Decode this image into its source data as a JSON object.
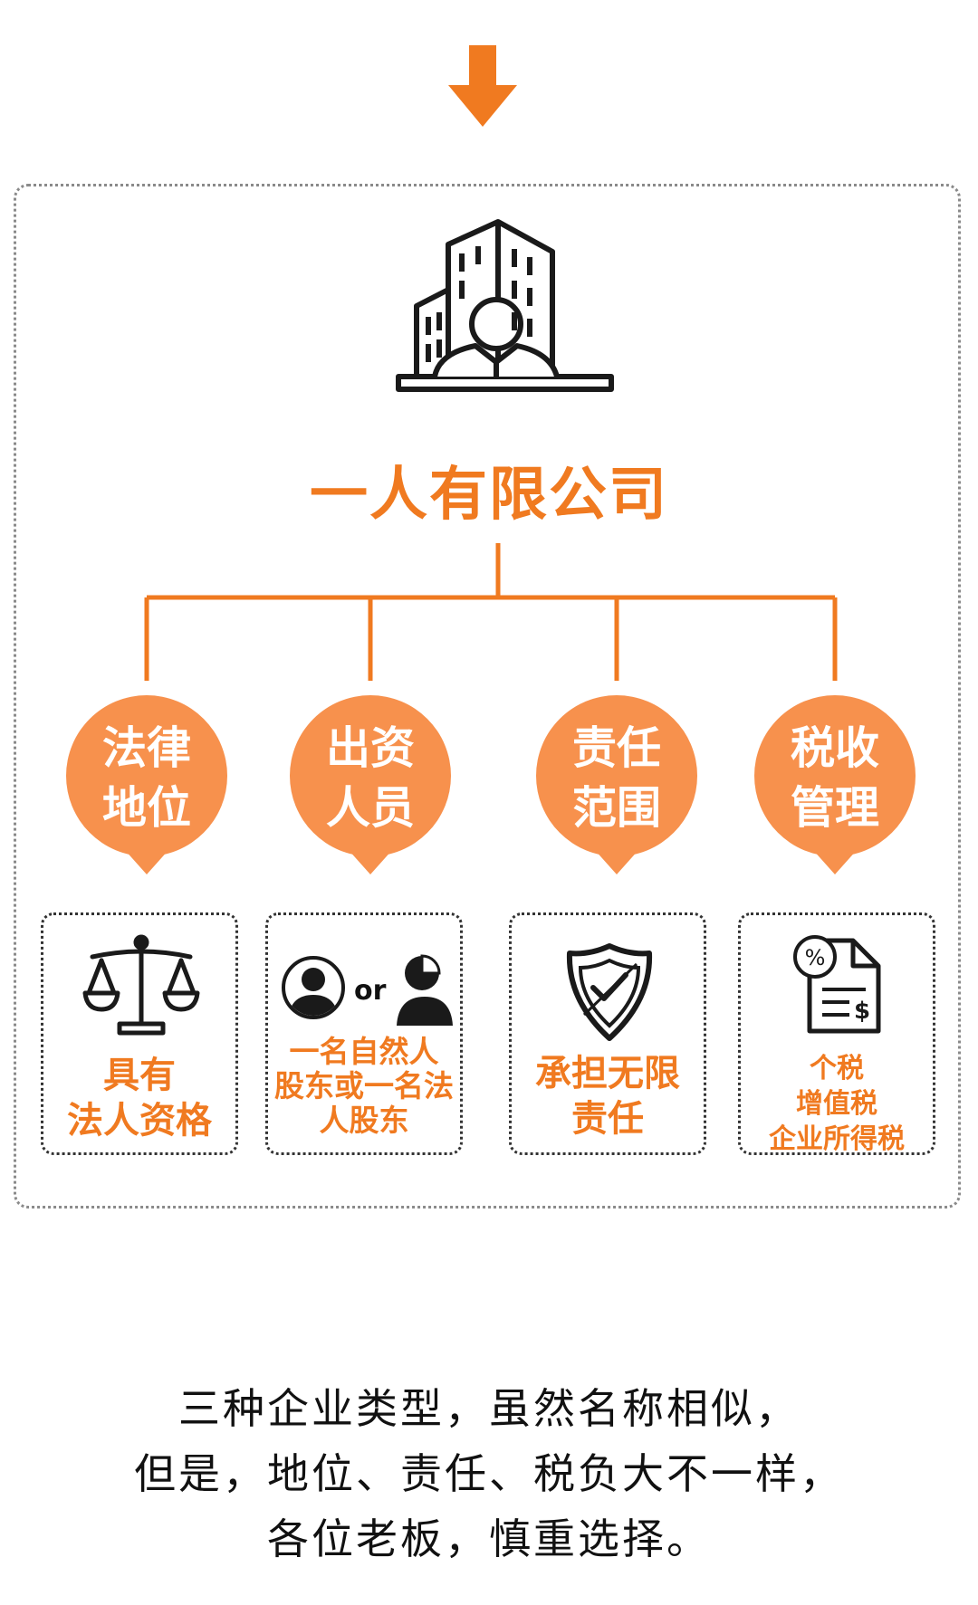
{
  "colors": {
    "accent": "#f07a20",
    "bubble": "#f7914d",
    "ink": "#222222"
  },
  "title": "一人有限公司",
  "branches": [
    {
      "bubble_lines": [
        "法律",
        "地位"
      ],
      "card_lines": [
        "具有",
        "法人资格"
      ],
      "icon": "scales-icon"
    },
    {
      "bubble_lines": [
        "出资",
        "人员"
      ],
      "card_lines": [
        "一名自然人",
        "股东或一名法",
        "人股东"
      ],
      "icon": "shareholder-icon",
      "or_label": "or"
    },
    {
      "bubble_lines": [
        "责任",
        "范围"
      ],
      "card_lines": [
        "承担无限",
        "责任"
      ],
      "icon": "shield-check-icon"
    },
    {
      "bubble_lines": [
        "税收",
        "管理"
      ],
      "card_lines": [
        "个税",
        "增值税",
        "企业所得税"
      ],
      "icon": "tax-document-icon"
    }
  ],
  "caption_lines": [
    "三种企业类型，虽然名称相似，",
    "但是，地位、责任、税负大不一样，",
    "各位老板，慎重选择。"
  ]
}
